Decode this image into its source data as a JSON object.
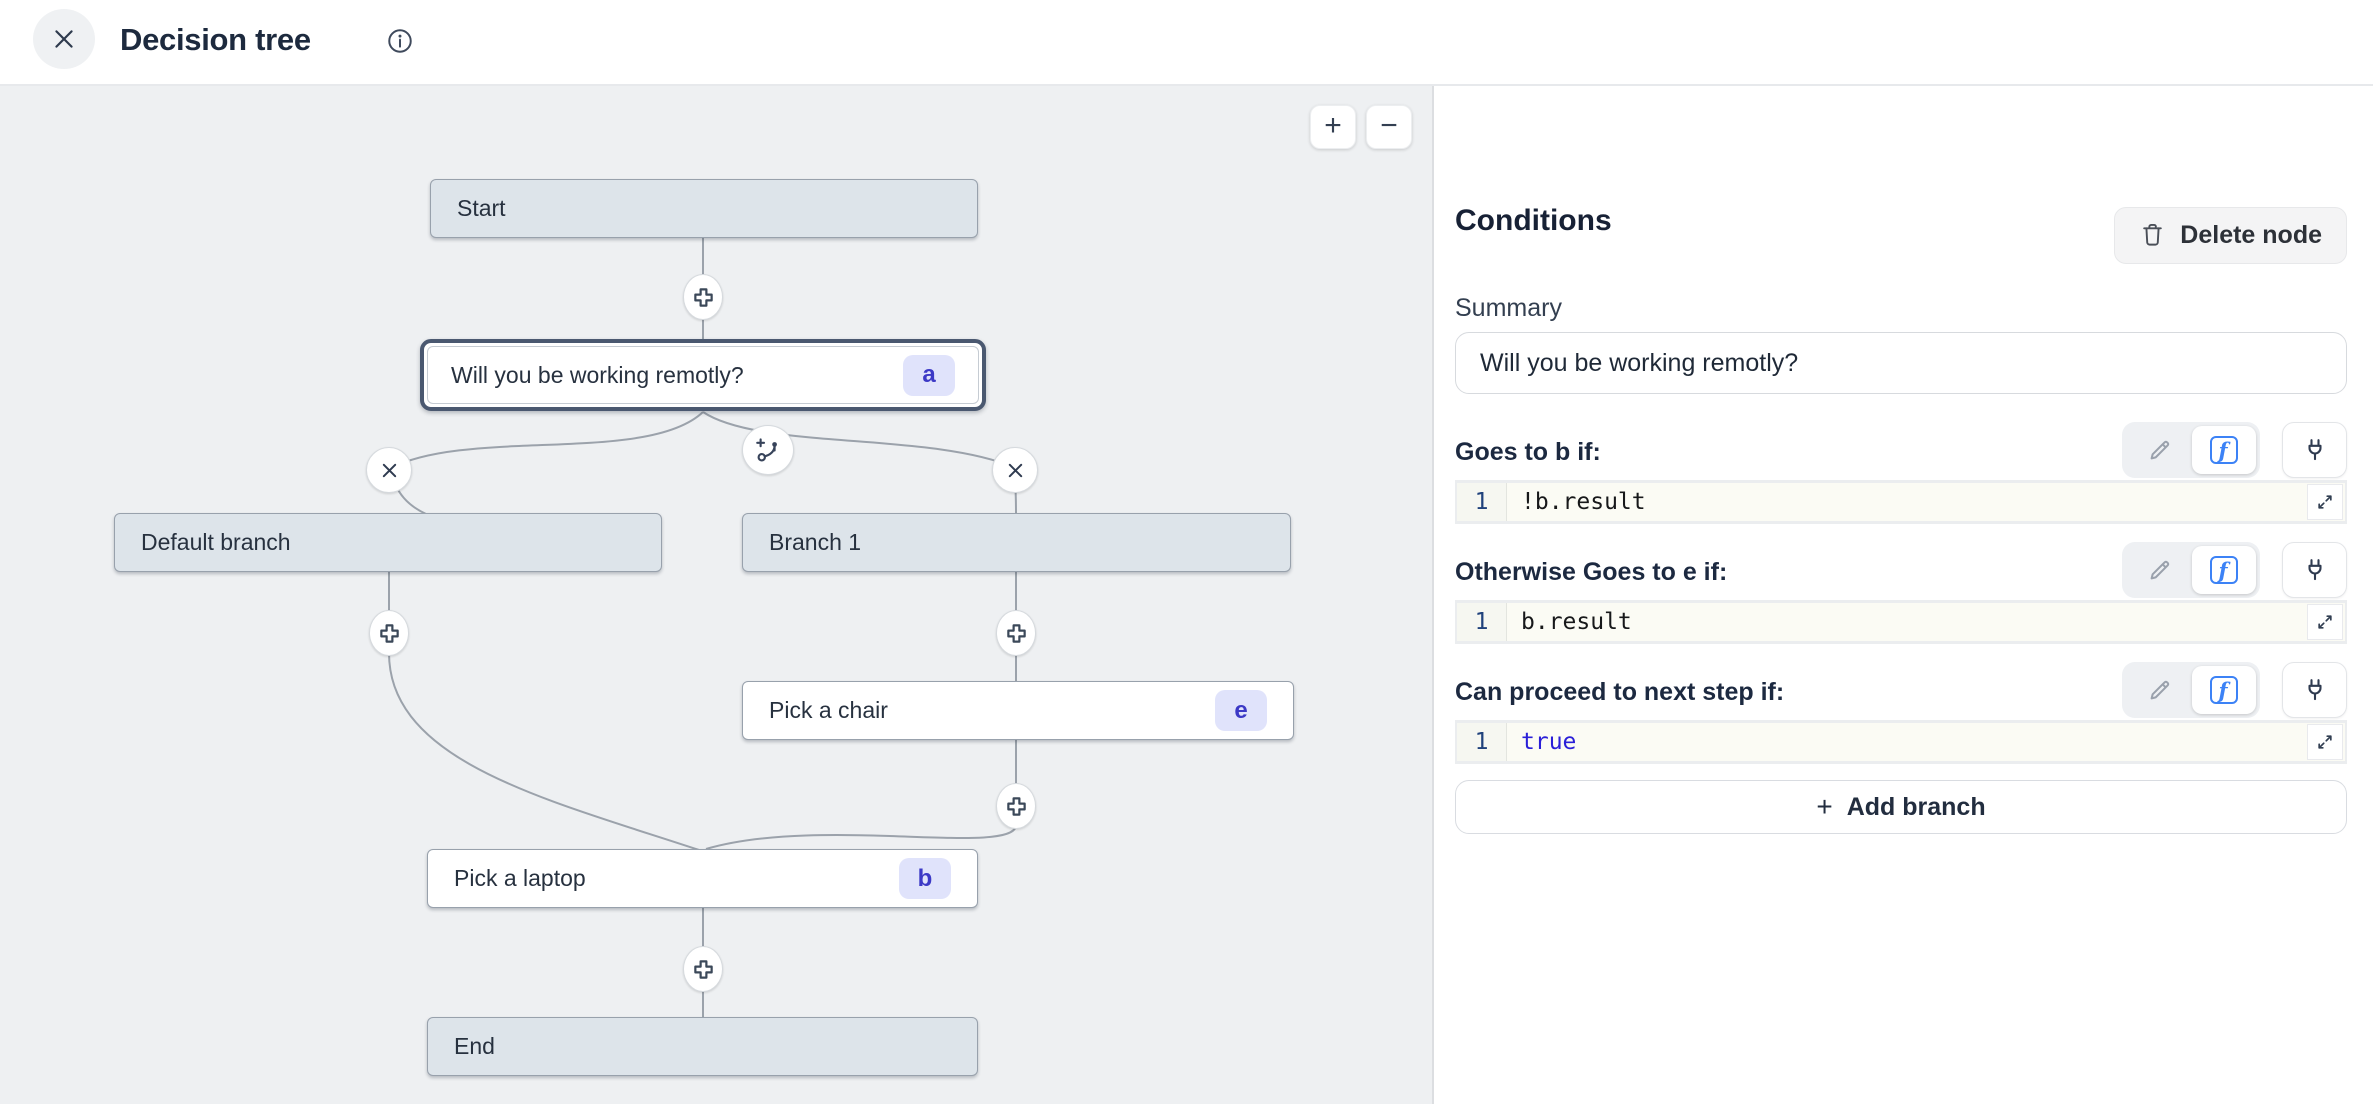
{
  "header": {
    "title": "Decision tree"
  },
  "canvas": {
    "zoom_in_label": "+",
    "zoom_out_label": "−",
    "nodes": [
      {
        "id": "start",
        "label": "Start",
        "type": "terminal"
      },
      {
        "id": "decision",
        "label": "Will you be working remotly?",
        "badge": "a",
        "type": "question",
        "selected": true
      },
      {
        "id": "default-branch",
        "label": "Default branch",
        "type": "branch"
      },
      {
        "id": "branch-1",
        "label": "Branch 1",
        "type": "branch"
      },
      {
        "id": "pick-a-chair",
        "label": "Pick a chair",
        "badge": "e",
        "type": "question"
      },
      {
        "id": "pick-a-laptop",
        "label": "Pick a laptop",
        "badge": "b",
        "type": "question"
      },
      {
        "id": "end",
        "label": "End",
        "type": "terminal"
      }
    ]
  },
  "panel": {
    "title": "Conditions",
    "delete_button_label": "Delete node",
    "summary_label": "Summary",
    "summary_value": "Will you be working remotly?",
    "sections": [
      {
        "label": "Goes to b if:",
        "line_number": "1",
        "code": "!b.result",
        "code_style": ""
      },
      {
        "label": "Otherwise Goes to e if:",
        "line_number": "1",
        "code": "b.result",
        "code_style": ""
      },
      {
        "label": "Can proceed to next step if:",
        "line_number": "1",
        "code": "true",
        "code_style": "keyword"
      }
    ],
    "add_branch_plus": "+",
    "add_branch_label": "Add branch"
  },
  "colors": {
    "canvas_bg": "#eef0f2",
    "node_gray": "#dde4ea",
    "selected_border": "#4a5870",
    "badge_bg": "#e0e3fb",
    "badge_text": "#3c39c6",
    "accent_blue": "#3c82f6",
    "code_keyword": "#2a1fd8",
    "edge": "#9ba2ab"
  }
}
